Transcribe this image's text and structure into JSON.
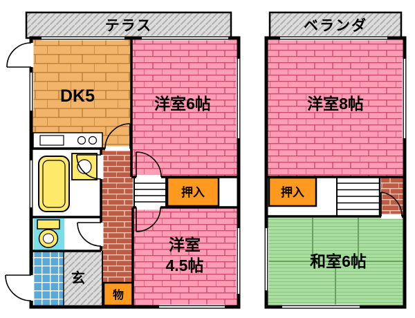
{
  "floor1": {
    "terrace_label": "テラス",
    "dk_label": "DK5",
    "western_room_6_label": "洋室6帖",
    "closet_label": "押入",
    "western_room_45_line1": "洋室",
    "western_room_45_line2": "4.5帖",
    "entrance_label": "玄",
    "storage_label": "物"
  },
  "floor2": {
    "veranda_label": "ベランダ",
    "western_room_8_label": "洋室8帖",
    "closet_label": "押入",
    "japanese_room_6_label": "和室6帖"
  },
  "colors": {
    "wall": "#000000",
    "western_floor": "#ff9db6",
    "western_floor_line": "#cf4a68",
    "dk_floor": "#f2b469",
    "dk_floor_line": "#b97e3c",
    "tatami_floor": "#a8df9e",
    "tatami_line": "#5f9e57",
    "hall_brick": "#c05a46",
    "hall_brick_line": "#f0cdb2",
    "closet_orange": "#ff9a1e",
    "terrace_gray": "#dcdcdc",
    "terrace_hatch_line": "#b0b0b0",
    "tile_blue": "#58a8d8",
    "fixture_yellow": "#ffe96b",
    "toilet_cyan": "#7adee8"
  }
}
